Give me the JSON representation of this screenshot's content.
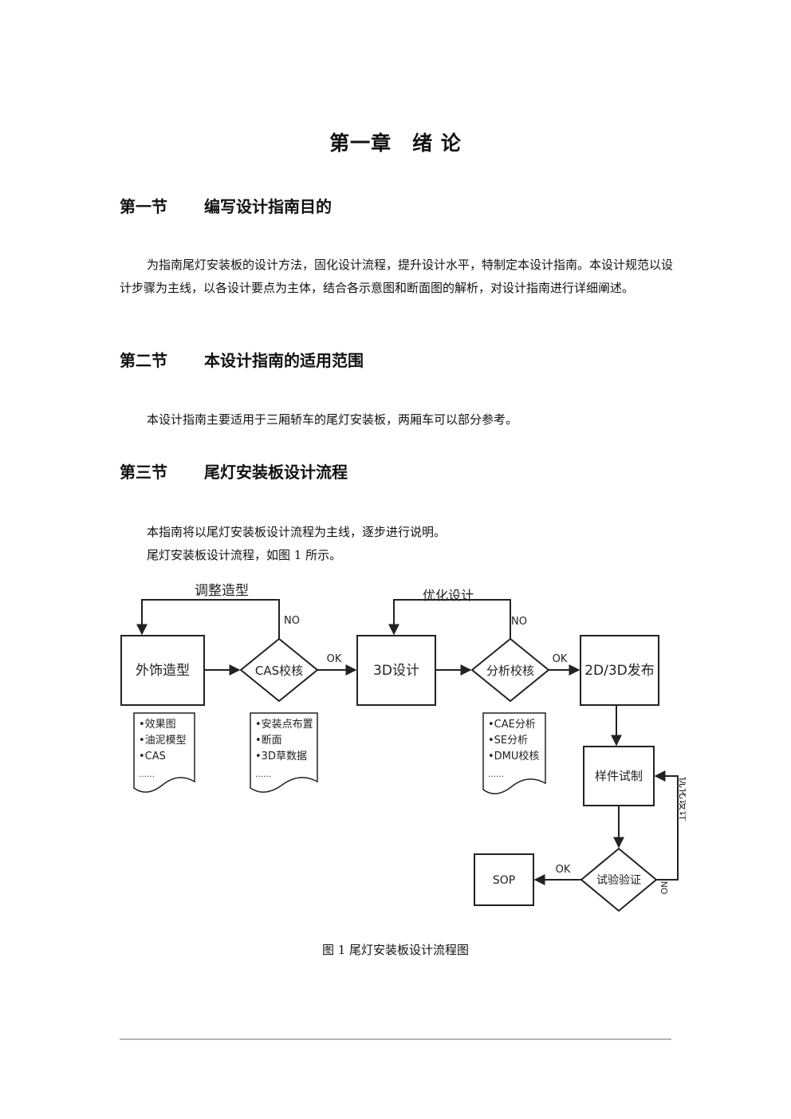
{
  "chapter_title": "第一章　绪 论",
  "sections": [
    {
      "number": "第一节",
      "title": "编写设计指南目的"
    },
    {
      "number": "第二节",
      "title": "本设计指南的适用范围"
    },
    {
      "number": "第三节",
      "title": "尾灯安装板设计流程"
    }
  ],
  "paragraphs": {
    "purpose": "为指南尾灯安装板的设计方法，固化设计流程，提升设计水平，特制定本设计指南。本设计规范以设计步骤为主线，以各设计要点为主体，结合各示意图和断面图的解析，对设计指南进行详细阐述。",
    "scope": "本设计指南主要适用于三厢轿车的尾灯安装板，两厢车可以部分参考。",
    "process_line1": "本指南将以尾灯安装板设计流程为主线，逐步进行说明。",
    "process_line2": "尾灯安装板设计流程，如图 1 所示。"
  },
  "flowchart": {
    "boxes": {
      "styling": "外饰造型",
      "design3d": "3D设计",
      "release": "2D/3D发布",
      "prototype": "样件试制",
      "sop": "SOP"
    },
    "decisions": {
      "cas_check": "CAS校核",
      "analysis_check": "分析校核",
      "test_verify": "试验验证"
    },
    "loop_labels": {
      "adjust_styling": "调整造型",
      "optimize_design": "优化设计",
      "optimize_design_vertical": "优化设计"
    },
    "branch_labels": {
      "no1": "NO",
      "ok1": "OK",
      "no2": "NO",
      "ok2": "OK",
      "ok3": "OK",
      "no3": "NO"
    },
    "doc1": [
      "•效果图",
      "•油泥模型",
      "•CAS",
      "……"
    ],
    "doc2": [
      "•安装点布置",
      "•断面",
      "•3D草数据",
      "……"
    ],
    "doc3": [
      "•CAE分析",
      "•SE分析",
      "•DMU校核",
      "……"
    ]
  },
  "figure_caption": "图 1  尾灯安装板设计流程图"
}
